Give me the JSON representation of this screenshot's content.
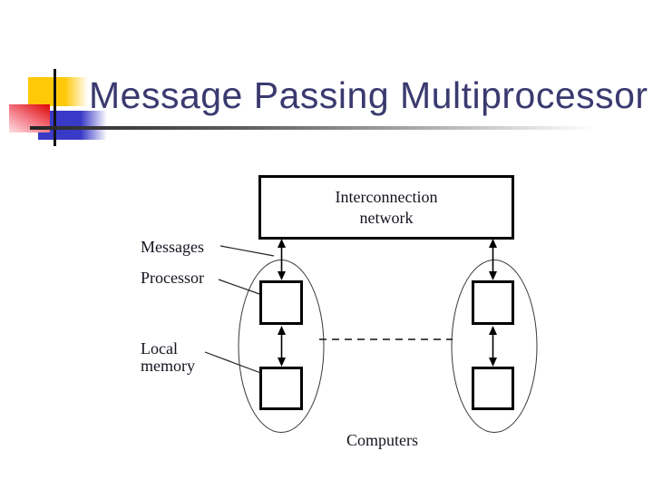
{
  "slide": {
    "title": "Message Passing Multiprocessor"
  },
  "colors": {
    "title_text": "#3a3a70",
    "accent_yellow": "#ffc90a",
    "accent_blue": "#3a3ac8",
    "accent_red": "#e01010",
    "diagram_ink": "#000000"
  },
  "diagram": {
    "network_box_label": "Interconnection\nnetwork",
    "labels": {
      "messages": "Messages",
      "processor": "Processor",
      "local_memory": "Local\nmemory",
      "computers": "Computers"
    }
  }
}
